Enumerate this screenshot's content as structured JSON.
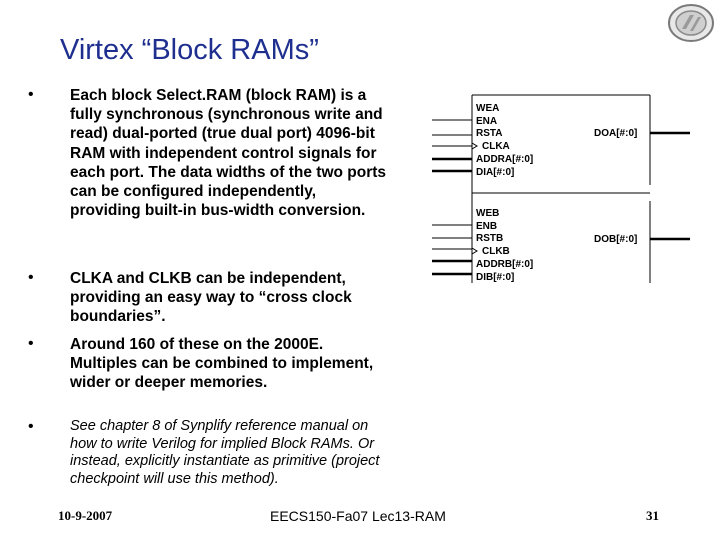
{
  "slide": {
    "title": "Virtex “Block RAMs”",
    "bullets": [
      {
        "text": "Each block Select.RAM (block RAM) is a fully synchronous (synchronous write and read) dual-ported (true dual port) 4096-bit RAM with independent control signals for each port.  The data widths of the two ports can be configured independently, providing built-in bus-width conversion."
      },
      {
        "text": "CLKA and CLKB can be independent, providing an easy way to “cross clock boundaries”."
      },
      {
        "text": "Around 160 of these on the 2000E. Multiples can be combined to implement, wider or deeper memories."
      },
      {
        "text": "See chapter 8 of Synplify reference manual on how to write Verilog for implied Block RAMs. Or instead, explicitly instantiate as primitive (project checkpoint will use this method)."
      }
    ],
    "bullet_glyph": "•"
  },
  "diagram": {
    "port_a": {
      "inputs": [
        "WEA",
        "ENA",
        "RSTA",
        "CLKA",
        "ADDRA[#:0]",
        "DIA[#:0]"
      ],
      "output": "DOA[#:0]"
    },
    "port_b": {
      "inputs": [
        "WEB",
        "ENB",
        "RSTB",
        "CLKB",
        "ADDRB[#:0]",
        "DIB[#:0]"
      ],
      "output": "DOB[#:0]"
    }
  },
  "footer": {
    "date": "10-9-2007",
    "course": "EECS150-Fa07 Lec13-RAM",
    "page": "31"
  },
  "colors": {
    "title": "#1f2f8f",
    "logo": "#7a7a7a"
  },
  "icons": {
    "logo": "university-seal-icon"
  }
}
